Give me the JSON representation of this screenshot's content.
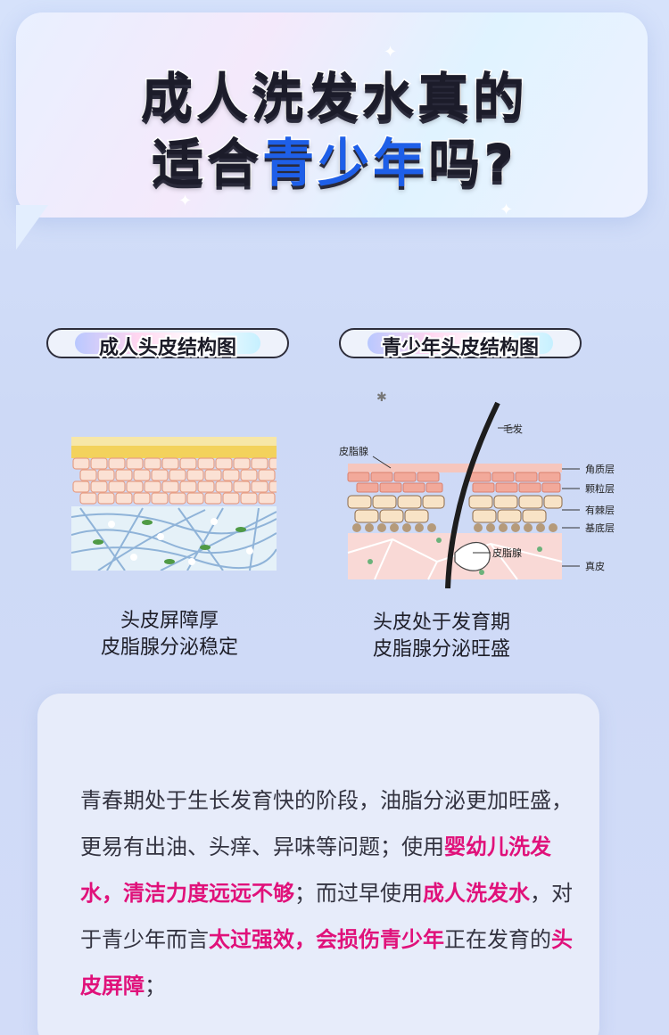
{
  "header": {
    "title_line1": "成人洗发水真的",
    "title_line2_prefix": "适合",
    "title_line2_highlight": "青少年",
    "title_line2_suffix": "吗?"
  },
  "left_panel": {
    "label": "成人头皮结构图",
    "caption_line1": "头皮屏障厚",
    "caption_line2": "皮脂腺分泌稳定"
  },
  "right_panel": {
    "label": "青少年头皮结构图",
    "diagram_labels": {
      "hair": "毛发",
      "sebaceous_gland_top": "皮脂腺",
      "stratum_corneum": "角质层",
      "stratum_granulosum": "颗粒层",
      "stratum_spinosum": "有棘层",
      "stratum_basale": "基底层",
      "sebaceous_gland_inner": "皮脂腺",
      "dermis": "真皮"
    },
    "caption_line1": "头皮处于发育期",
    "caption_line2": "皮脂腺分泌旺盛"
  },
  "info": {
    "p1": "青春期处于生长发育快的阶段，油脂分泌更加旺盛，更易有出油、头痒、异味等问题；使用",
    "h1": "婴幼儿洗发水，清洁力度远远不够",
    "p2": "；而过早使用",
    "h2": "成人洗发水",
    "p3": "，对于青少年而言",
    "h3": "太过强效，会损伤青少年",
    "p4": "正在发育的",
    "h4": "头皮屏障",
    "p5": "；"
  },
  "colors": {
    "title_blue": "#1e5fe8",
    "highlight_pink": "#e0117a",
    "skin_pink": "#f2a99a",
    "fiber_blue": "#8fb3d8"
  }
}
